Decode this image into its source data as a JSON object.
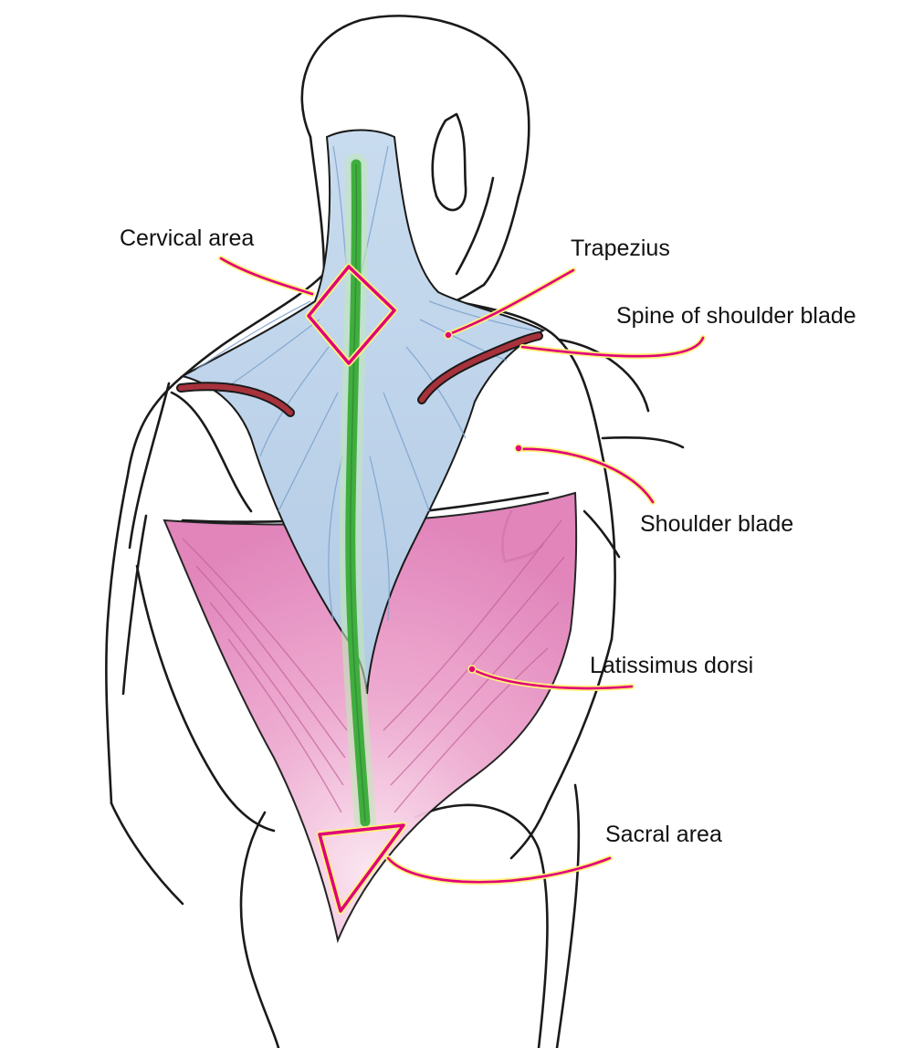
{
  "labels": {
    "cervical_area": "Cervical area",
    "trapezius": "Trapezius",
    "spine_of_shoulder_blade": "Spine of shoulder blade",
    "shoulder_blade": "Shoulder blade",
    "latissimus_dorsi": "Latissimus dorsi",
    "sacral_area": "Sacral area"
  },
  "colors": {
    "outline": "#1a1a1a",
    "trapezius_fill": "#bcd3ea",
    "trapezius_fibers": "#7fa3cc",
    "latissimus_fill": "#e48fc0",
    "latissimus_fibers": "#c2609a",
    "spine": "#4fb84f",
    "shoulder_blade_spine": "#a8323c",
    "leader_line": "#e0007a",
    "leader_glow": "#fff27a"
  }
}
